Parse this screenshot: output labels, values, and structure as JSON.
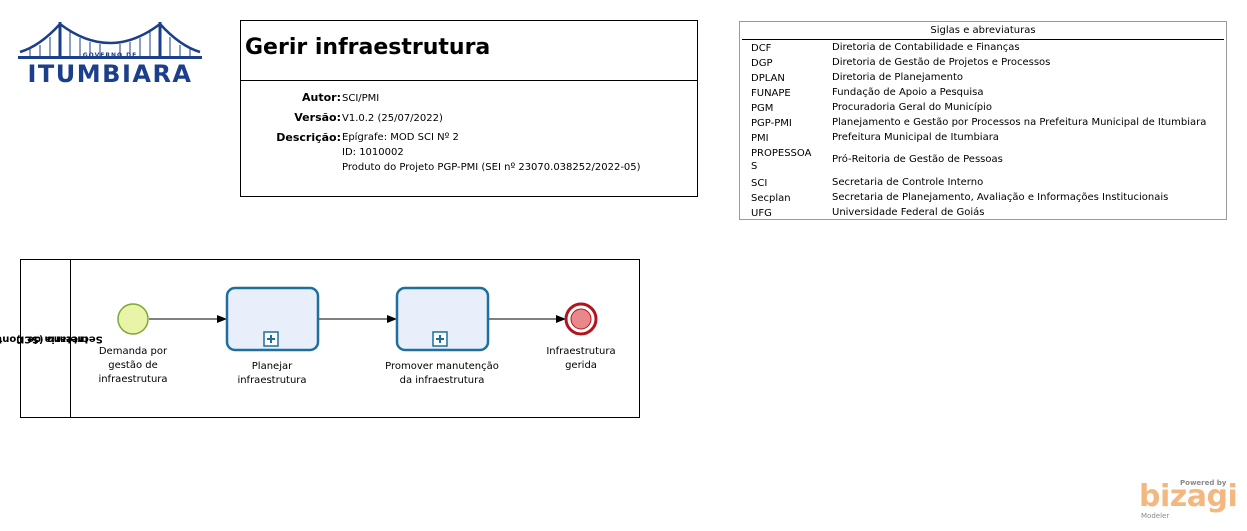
{
  "logo": {
    "subtitle": "GOVERNO DE",
    "title": "ITUMBIARA",
    "brand_color": "#1c3f8c"
  },
  "header": {
    "title": "Gerir infraestrutura",
    "author_label": "Autor:",
    "author": "SCI/PMI",
    "version_label": "Versão:",
    "version": "V1.0.2 (25/07/2022)",
    "description_label": "Descrição:",
    "description_lines": [
      "Epígrafe: MOD SCI Nº 2",
      "ID: 1010002",
      "Produto do Projeto PGP-PMI (SEI nº 23070.038252/2022-05)"
    ]
  },
  "acronyms": {
    "title": "Siglas e abreviaturas",
    "rows": [
      {
        "code": "DCF",
        "desc": "Diretoria de Contabilidade e Finanças"
      },
      {
        "code": "DGP",
        "desc": "Diretoria de Gestão de Projetos e Processos"
      },
      {
        "code": "DPLAN",
        "desc": "Diretoria de Planejamento"
      },
      {
        "code": "FUNAPE",
        "desc": "Fundação de Apoio a Pesquisa"
      },
      {
        "code": "PGM",
        "desc": "Procuradoria Geral do Município"
      },
      {
        "code": "PGP-PMI",
        "desc": "Planejamento e Gestão por Processos na Prefeitura Municipal de Itumbiara"
      },
      {
        "code": "PMI",
        "desc": "Prefeitura Municipal de Itumbiara"
      },
      {
        "code": "PROPESSOAS",
        "desc": "Pró-Reitoria de Gestão de Pessoas"
      },
      {
        "code": "SCI",
        "desc": "Secretaria de Controle Interno"
      },
      {
        "code": "Secplan",
        "desc": "Secretaria de Planejamento, Avaliação e Informações Institucionais"
      },
      {
        "code": "UFG",
        "desc": "Universidade Federal de Goiás"
      }
    ]
  },
  "process": {
    "lane_label_line1": "Secretaria de Controle",
    "lane_label_line2": "Interno (SCI)",
    "start_event": {
      "label_lines": [
        "Demanda por",
        "gestão de",
        "infraestrutura"
      ]
    },
    "task1": {
      "label_lines": [
        "Planejar",
        "infraestrutura"
      ]
    },
    "task2": {
      "label_lines": [
        "Promover manutenção",
        "da infraestrutura"
      ]
    },
    "end_event": {
      "label_lines": [
        "Infraestrutura",
        "gerida"
      ]
    },
    "colors": {
      "start_fill": "#e8f5a8",
      "start_stroke": "#7da736",
      "task_fill": "#e8eefa",
      "task_stroke": "#1f6f9e",
      "end_fill": "#e8888a",
      "end_stroke": "#b3131b"
    }
  },
  "watermark": {
    "powered_by": "Powered by",
    "brand": "bizagi",
    "product": "Modeler"
  }
}
